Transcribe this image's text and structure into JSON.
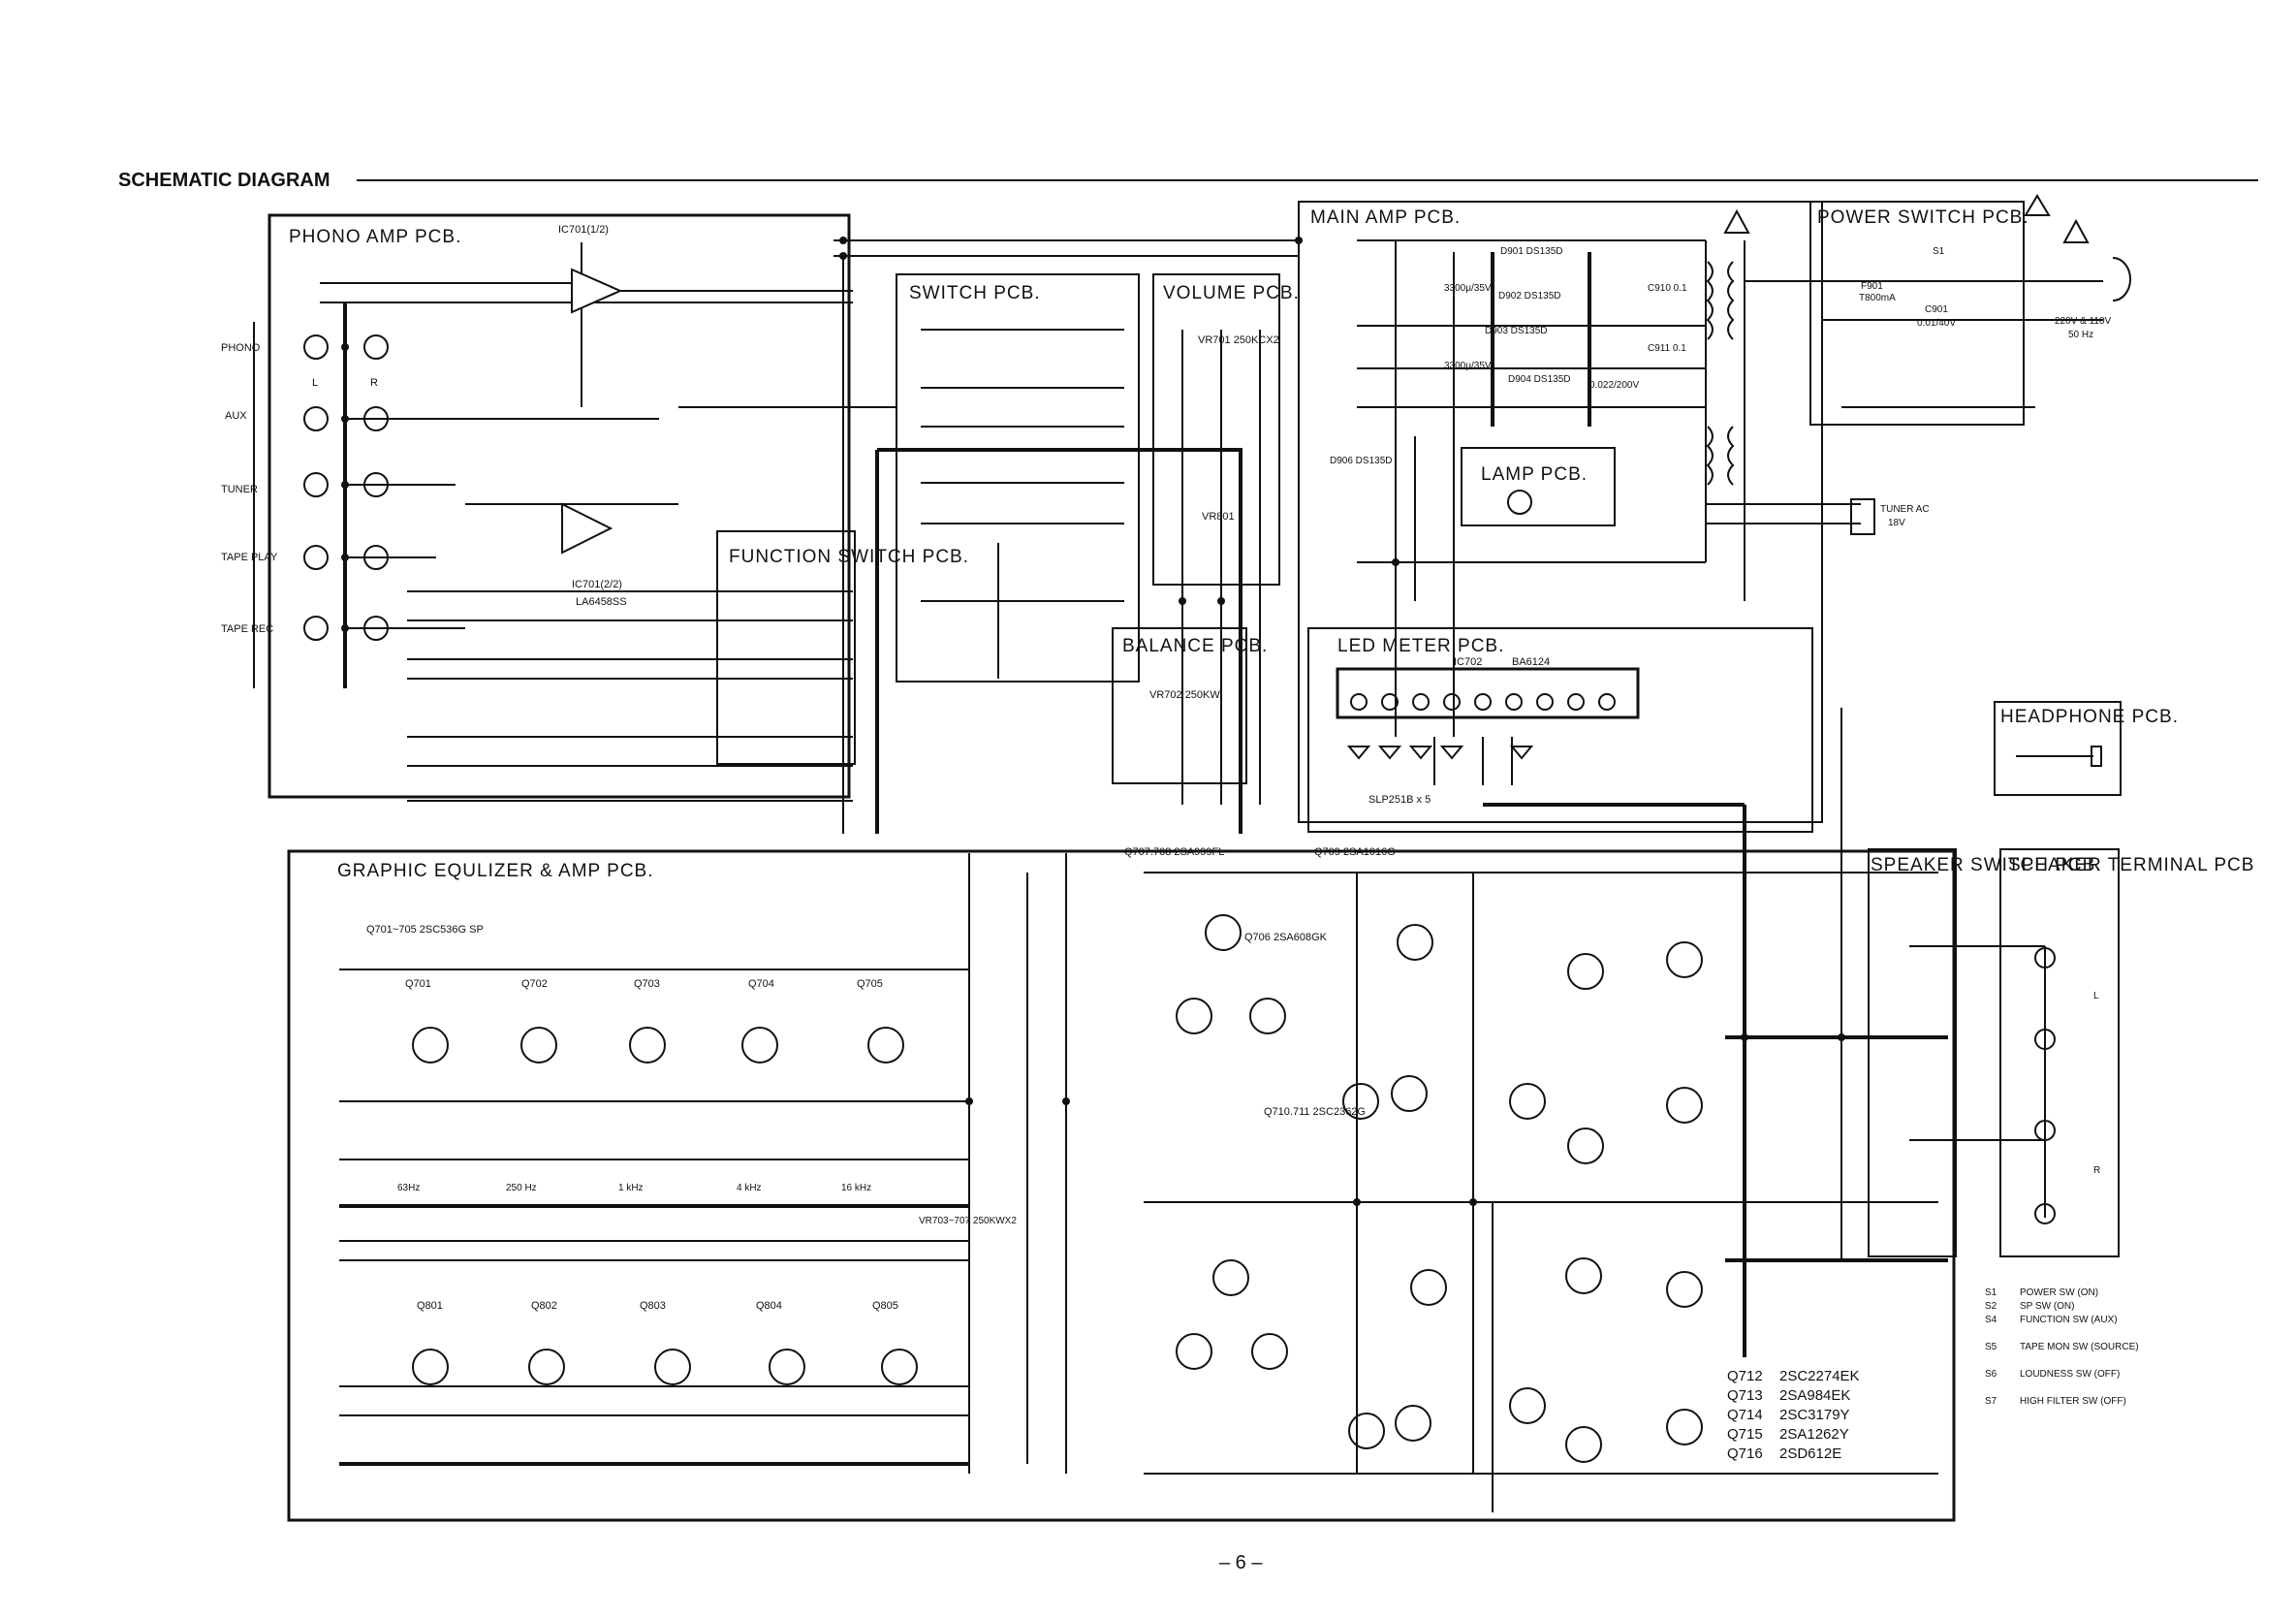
{
  "title": "SCHEMATIC DIAGRAM",
  "page_number": "– 6 –",
  "pcb_labels": {
    "phono_amp": "PHONO AMP PCB.",
    "switch": "SWITCH PCB.",
    "volume": "VOLUME PCB.",
    "main_amp": "MAIN AMP PCB.",
    "power_switch": "POWER SWITCH PCB.",
    "function_switch": "FUNCTION SWITCH PCB.",
    "balance": "BALANCE PCB.",
    "led_meter": "LED METER PCB.",
    "lamp": "LAMP PCB.",
    "graphic_eq": "GRAPHIC EQULIZER & AMP PCB.",
    "headphone": "HEADPHONE PCB.",
    "speaker_switch": "SPEAKER SWITCH PCB.",
    "speaker_terminal": "SPEAKER TERMINAL PCB"
  },
  "inputs": [
    "PHONO",
    "AUX",
    "TUNER",
    "TAPE PLAY",
    "TAPE REC"
  ],
  "channels": {
    "left": "L",
    "right": "R"
  },
  "ic_labels": {
    "ic701_1": "IC701(1/2)",
    "ic701_2": "IC701(2/2)",
    "ic701_part": "LA6458SS",
    "ic702": "IC702",
    "ic702_part": "BA6124"
  },
  "power": {
    "fuse": "F901",
    "fuse_rating": "T800mA",
    "switch": "S1",
    "mains": "220V & 110V",
    "freq": "50 Hz",
    "cap": "C901",
    "cap_value": "0.01/40V",
    "tuner_ac": "TUNER AC",
    "tuner_ac_v": "18V"
  },
  "eq_bands": [
    "63Hz",
    "250 Hz",
    "1 kHz",
    "4 kHz",
    "16 kHz"
  ],
  "eq_transistors_top": [
    "Q701",
    "Q702",
    "Q703",
    "Q704",
    "Q705"
  ],
  "eq_transistors_bottom": [
    "Q801",
    "Q802",
    "Q803",
    "Q804",
    "Q805"
  ],
  "eq_transistor_type": "Q701~705 2SC536G SP",
  "transistor_list": [
    {
      "ref": "Q712",
      "part": "2SC2274EK"
    },
    {
      "ref": "Q713",
      "part": "2SA984EK"
    },
    {
      "ref": "Q714",
      "part": "2SC3179Y"
    },
    {
      "ref": "Q715",
      "part": "2SA1262Y"
    },
    {
      "ref": "Q716",
      "part": "2SD612E"
    }
  ],
  "switch_legend": [
    {
      "ref": "S1",
      "text": "POWER SW (ON)"
    },
    {
      "ref": "S2",
      "text": "SP SW (ON)"
    },
    {
      "ref": "S4",
      "text": "FUNCTION SW (AUX)"
    },
    {
      "ref": "S5",
      "text": "TAPE MON SW (SOURCE)"
    },
    {
      "ref": "S6",
      "text": "LOUDNESS SW (OFF)"
    },
    {
      "ref": "S7",
      "text": "HIGH FILTER SW (OFF)"
    }
  ],
  "diodes": [
    "D901 DS135D",
    "D902 DS135D",
    "D903 DS135D",
    "D904 DS135D",
    "D906 DS135D"
  ],
  "main_parts": {
    "q707": "Q707.708 2SA999FL",
    "q709": "Q709 2SA1016G",
    "q706": "Q706 2SA608GK",
    "q710": "Q710.711 2SC2362G",
    "led": "SLP251B x 5"
  },
  "volume": {
    "vr701": "VR701 250KCX2",
    "vr801": "VR801",
    "vr702": "VR702 250KW"
  },
  "eq_vr": "VR703~707 250KWX2",
  "caps_main": {
    "c903": "3300μ/35V",
    "c904": "3300μ/35V",
    "c910": "C910 0.1",
    "c911": "C911 0.1",
    "c902": "0.022/200V"
  },
  "speaker_outputs": {
    "l": "L",
    "r": "R"
  }
}
